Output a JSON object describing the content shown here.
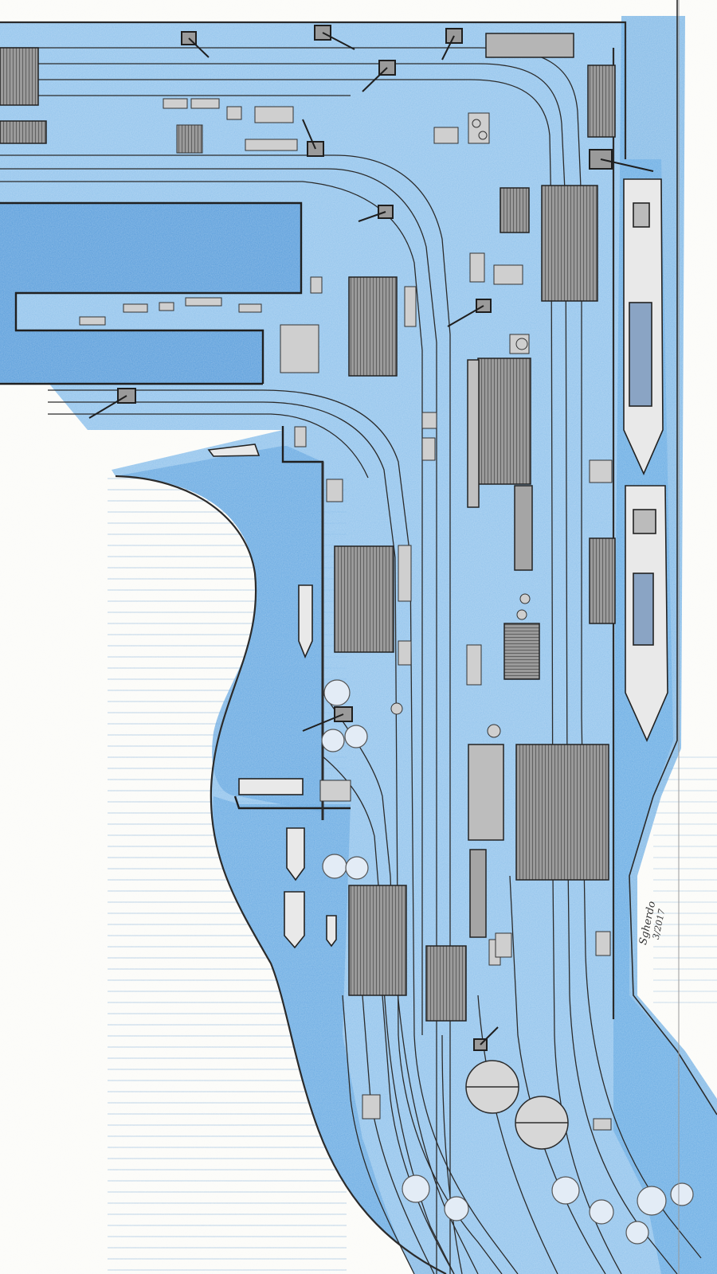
{
  "drawing": {
    "subject": "harbour-and-rail-yard-track-plan",
    "medium": "pencil-and-blue-colored-pencil",
    "palette": {
      "paper": "#fbfbf8",
      "water_light": "#9ccbf0",
      "water": "#6fb0e6",
      "water_deep": "#4f97d8",
      "pencil": "#2b2b2b",
      "pencil_light": "#6d6d6d",
      "roof_fill": "#8a8a8a",
      "ruled_line": "#8fb6d8"
    },
    "signature": {
      "name": "Sgherdo",
      "date": "3/2017"
    }
  }
}
